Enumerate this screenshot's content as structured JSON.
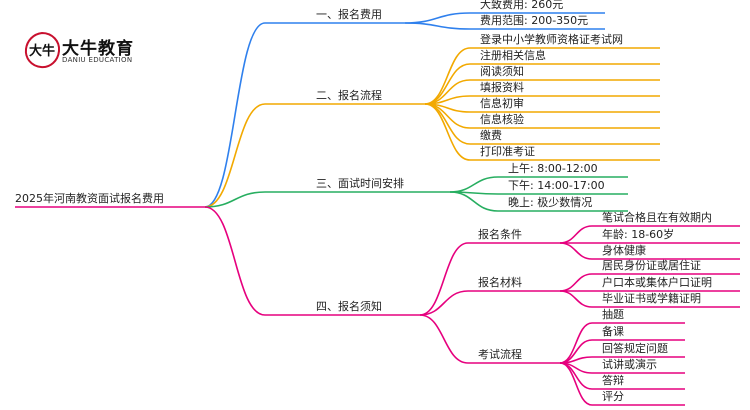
{
  "logo": {
    "name": "大牛教育",
    "subtitle": "DANIU EDUCATION",
    "mark_text": "大牛",
    "accent_color": "#c8102e"
  },
  "root": "2025年河南教资面试报名费用",
  "branches": [
    {
      "label": "一、报名费用",
      "color": "#2f80ed",
      "children": [
        {
          "label": "大致费用: 260元"
        },
        {
          "label": "费用范围: 200-350元"
        }
      ]
    },
    {
      "label": "二、报名流程",
      "color": "#f2a900",
      "children": [
        {
          "label": "登录中小学教师资格证考试网"
        },
        {
          "label": "注册相关信息"
        },
        {
          "label": "阅读须知"
        },
        {
          "label": "填报资料"
        },
        {
          "label": "信息初审"
        },
        {
          "label": "信息核验"
        },
        {
          "label": "缴费"
        },
        {
          "label": "打印准考证"
        }
      ]
    },
    {
      "label": "三、面试时间安排",
      "color": "#27ae60",
      "children": [
        {
          "label": "上午: 8:00-12:00"
        },
        {
          "label": "下午: 14:00-17:00"
        },
        {
          "label": "晚上: 极少数情况"
        }
      ]
    },
    {
      "label": "四、报名须知",
      "color": "#e6007e",
      "children": [
        {
          "label": "报名条件",
          "children": [
            {
              "label": "笔试合格且在有效期内"
            },
            {
              "label": "年龄: 18-60岁"
            },
            {
              "label": "身体健康"
            }
          ]
        },
        {
          "label": "报名材料",
          "children": [
            {
              "label": "居民身份证或居住证"
            },
            {
              "label": "户口本或集体户口证明"
            },
            {
              "label": "毕业证书或学籍证明"
            }
          ]
        },
        {
          "label": "考试流程",
          "children": [
            {
              "label": "抽题"
            },
            {
              "label": "备课"
            },
            {
              "label": "回答规定问题"
            },
            {
              "label": "试讲或演示"
            },
            {
              "label": "答辩"
            },
            {
              "label": "评分"
            }
          ]
        }
      ]
    }
  ]
}
